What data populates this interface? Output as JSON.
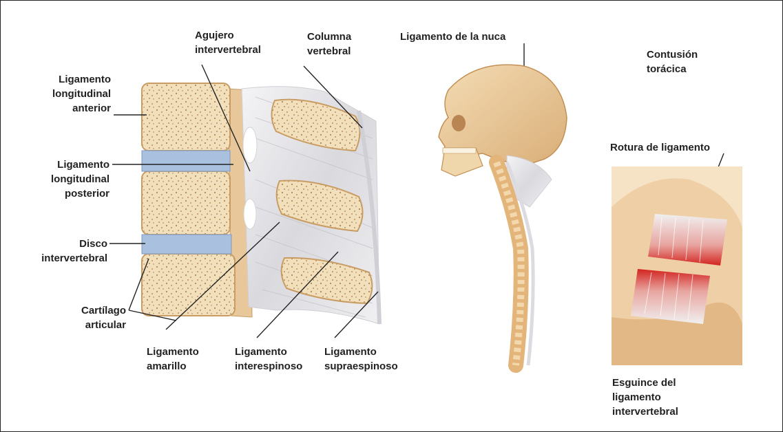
{
  "labels": {
    "lig_long_ant": "Ligamento\nlongitudinal\nanterior",
    "lig_long_post": "Ligamento\nlongitudinal\nposterior",
    "disco": "Disco\nintervertebral",
    "cartilago": "Cartílago\narticular",
    "agujero": "Agujero\nintervertebral",
    "columna": "Columna\nvertebral",
    "amarillo": "Ligamento\namarillo",
    "interespinoso": "Ligamento\ninterespinoso",
    "supraespinoso": "Ligamento\nsupraespinoso",
    "nuca": "Ligamento de la nuca",
    "contusion": "Contusión\ntorácica",
    "rotura": "Rotura de ligamento",
    "esguince": "Esguince del\nligamento\nintervertebral"
  },
  "colors": {
    "bone": "#efd9b0",
    "bone_edge": "#c89c62",
    "disc": "#9fb8d8",
    "ligament": "#e6e6ea",
    "tear": "#d8322c",
    "inset_bg": "#eccda4"
  }
}
